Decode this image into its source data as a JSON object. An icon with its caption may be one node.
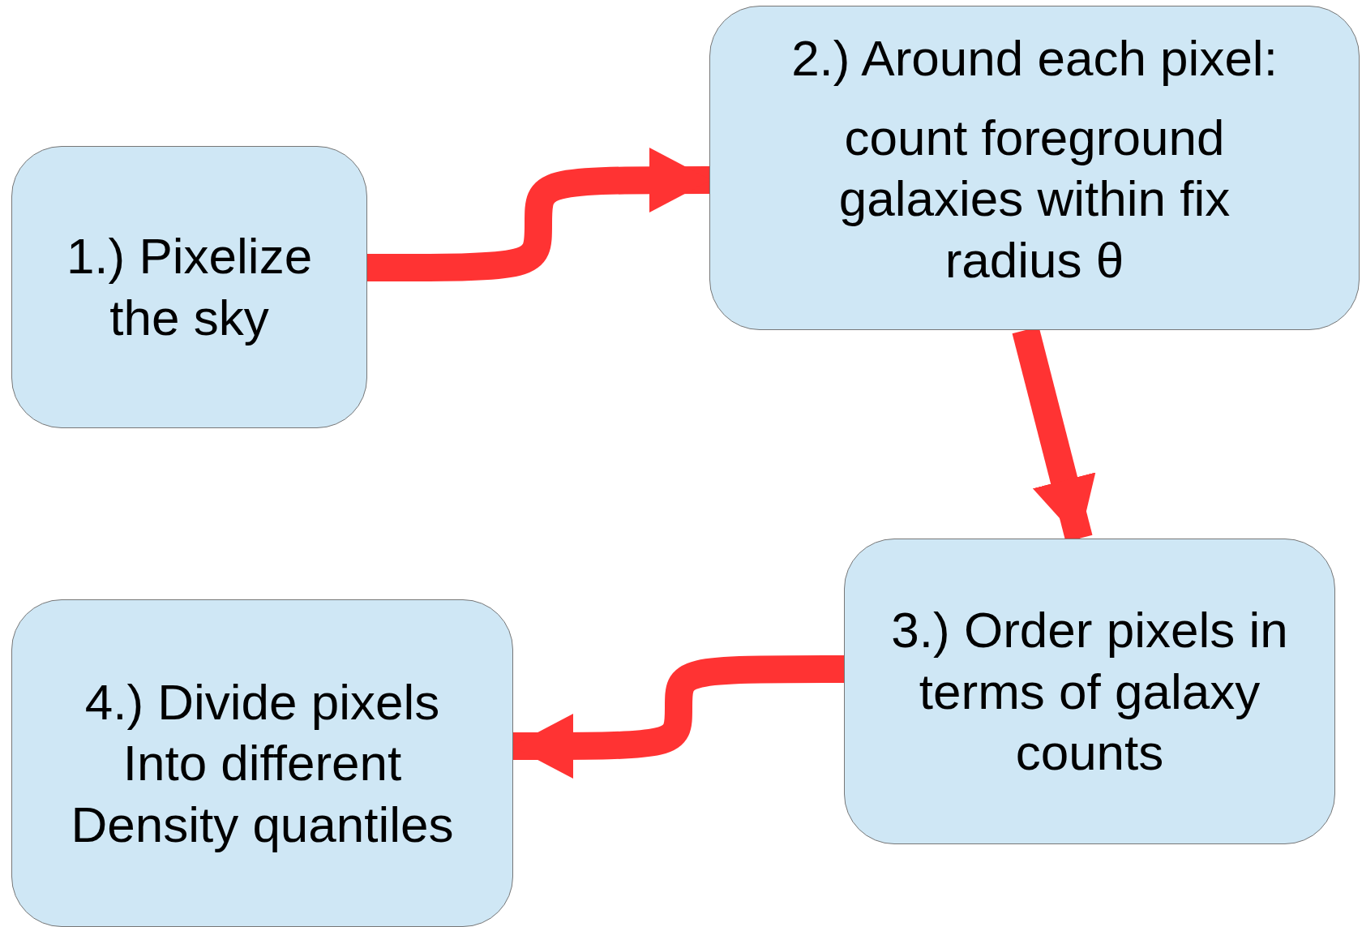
{
  "diagram": {
    "nodes": [
      {
        "text": [
          "1.) Pixelize the sky"
        ]
      },
      {
        "text": [
          "2.) Around each pixel:",
          "count foreground galaxies within fix radius θ"
        ]
      },
      {
        "text": [
          "3.) Order pixels in terms of galaxy counts"
        ]
      },
      {
        "text": [
          "4.) Divide pixels Into different Density quantiles"
        ]
      }
    ],
    "edges": [
      {
        "from": 0,
        "to": 1,
        "arrow": "to"
      },
      {
        "from": 1,
        "to": 2,
        "arrow": "to"
      },
      {
        "from": 2,
        "to": 3,
        "arrow": "to"
      }
    ]
  }
}
